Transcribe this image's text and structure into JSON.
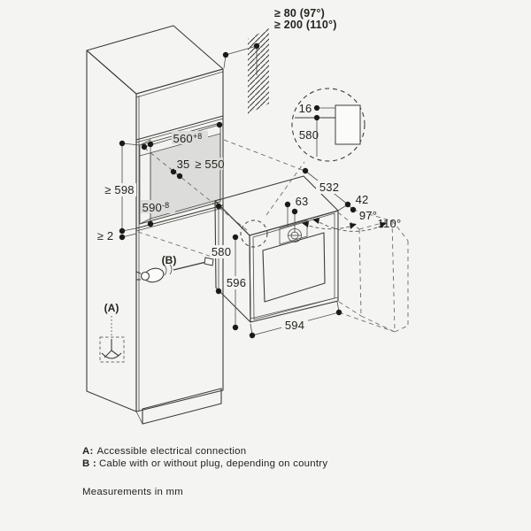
{
  "theme": {
    "background": "#f4f4f2",
    "line_color": "#3c3c38",
    "niche_fill": "#dcdcda",
    "oven_top_fill": "#e9e9e7",
    "panel_fill": "#fafaf8"
  },
  "clearances": {
    "line1": "≥ 80 (97°)",
    "line2": "≥ 200 (110°)"
  },
  "detail_circle": {
    "panel_gap": "16",
    "height": "580"
  },
  "niche": {
    "width": "560",
    "width_tol": "+8",
    "front_gap": "35",
    "depth": "≥ 550",
    "height": "590",
    "height_tol": "-8",
    "side_height": "≥ 598",
    "bottom_gap": "≥ 2"
  },
  "oven": {
    "depth": "532",
    "door_protrusion": "42",
    "knob_offset": "63",
    "body_height": "580",
    "front_height": "596",
    "width": "594",
    "door_angle_small": "97°",
    "door_angle_large": "110°"
  },
  "labels": {
    "a": "(A)",
    "b": "(B)"
  },
  "legend": {
    "a_key": "A:",
    "a_text": "Accessible electrical connection",
    "b_key": "B :",
    "b_text": "Cable with or without plug, depending on country"
  },
  "footer": "Measurements in mm"
}
